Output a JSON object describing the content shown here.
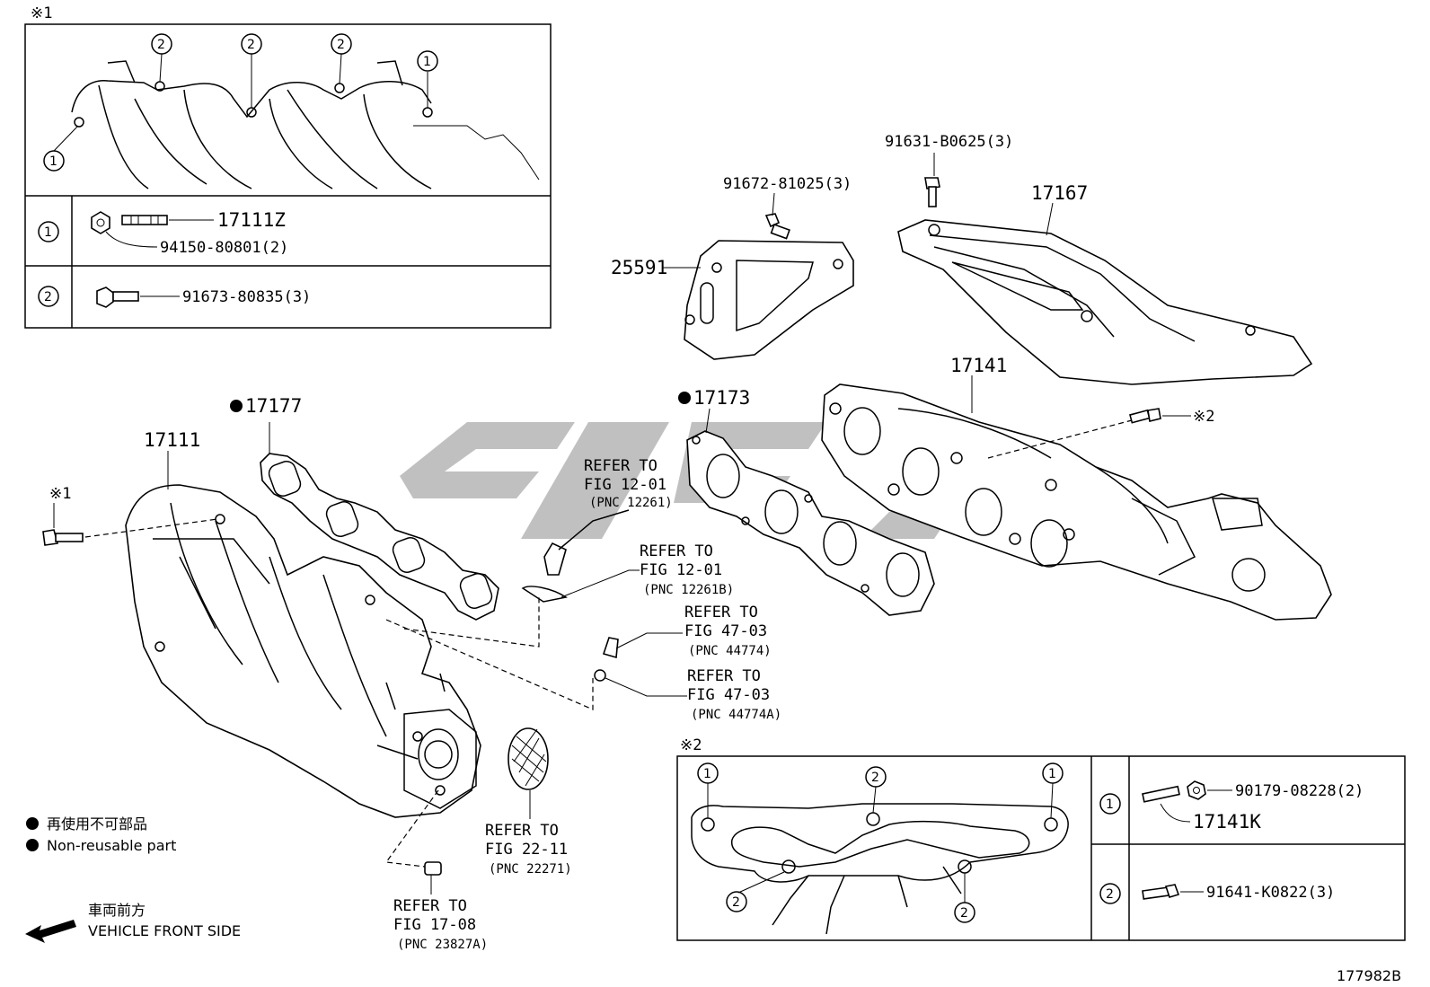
{
  "insets": {
    "top_left_marker": "※1",
    "bottom_right_marker": "※2",
    "callout_1": "1",
    "callout_2": "2",
    "top_row1_part_a": "17111Z",
    "top_row1_part_b": "94150-80801(2)",
    "top_row2_part": "91673-80835(3)",
    "bottom_row1_part_a": "90179-08228(2)",
    "bottom_row1_part_b": "17141K",
    "bottom_row2_part": "91641-K0822(3)"
  },
  "parts": {
    "p25591": "25591",
    "p91672": "91672-81025(3)",
    "p91631": "91631-B0625(3)",
    "p17167": "17167",
    "p17141": "17141",
    "p17173": "17173",
    "p17177": "17177",
    "p17111": "17111",
    "marker1": "※1",
    "marker2": "※2"
  },
  "refs": [
    {
      "line1": "REFER TO",
      "line2": "FIG 12-01",
      "line3": "(PNC 12261)"
    },
    {
      "line1": "REFER TO",
      "line2": "FIG 12-01",
      "line3": "(PNC 12261B)"
    },
    {
      "line1": "REFER TO",
      "line2": "FIG 47-03",
      "line3": "(PNC 44774)"
    },
    {
      "line1": "REFER TO",
      "line2": "FIG 47-03",
      "line3": "(PNC 44774A)"
    },
    {
      "line1": "REFER TO",
      "line2": "FIG 22-11",
      "line3": "(PNC 22271)"
    },
    {
      "line1": "REFER TO",
      "line2": "FIG 17-08",
      "line3": "(PNC 23827A)"
    }
  ],
  "legend": {
    "jp": "再使用不可部品",
    "en": "Non-reusable part"
  },
  "front": {
    "jp": "車両前方",
    "en": "VEHICLE FRONT SIDE"
  },
  "figure_id": "177982B",
  "colors": {
    "line": "#000000",
    "watermark": "#b5b5b5",
    "background": "#ffffff"
  }
}
